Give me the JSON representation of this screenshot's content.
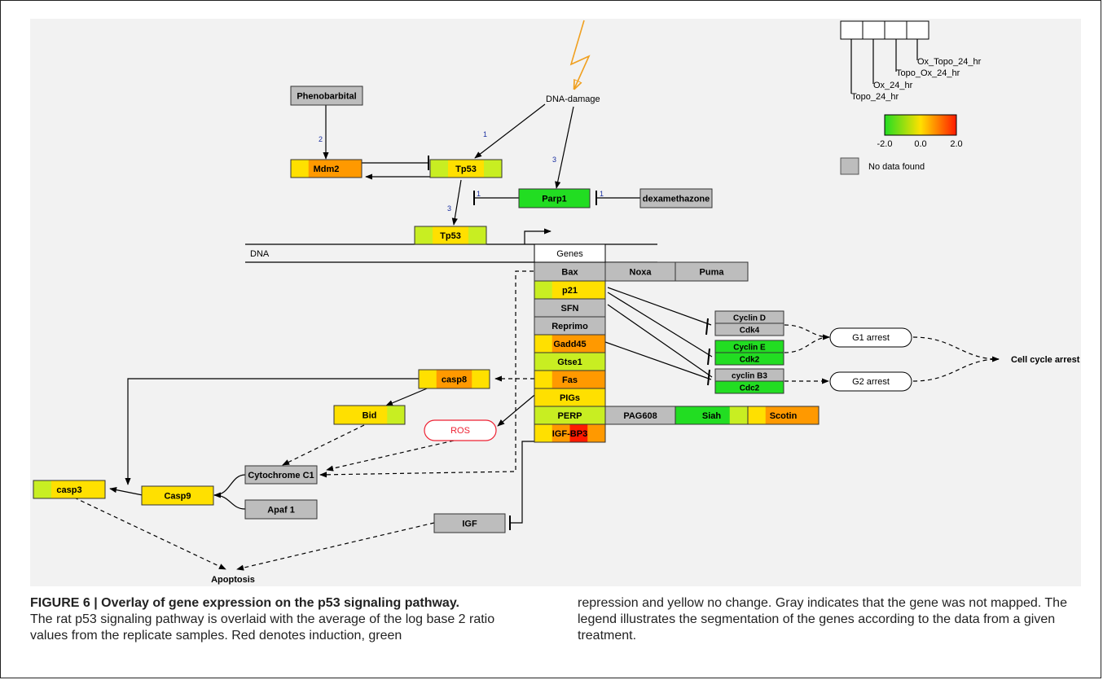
{
  "figure": {
    "caption_title": "FIGURE 6 | Overlay of gene expression on the p53 signaling pathway.",
    "caption_left": "The rat p53 signaling pathway is overlaid with the average of the log base 2 ratio values from the replicate samples. Red denotes induction, green",
    "caption_right": "repression and yellow no change. Gray indicates that the gene was not mapped. The legend illustrates the segmentation of the genes according to the data from a given treatment."
  },
  "colors": {
    "green": "#22dd22",
    "yellow_green": "#c8ee22",
    "yellow": "#ffe000",
    "orange": "#ff9900",
    "red": "#ff1a00",
    "gray": "#bdbdbd",
    "ros_border": "#ee2233"
  },
  "legend": {
    "samples": [
      "Topo_24_hr",
      "Ox_24_hr",
      "Topo_Ox_24_hr",
      "Ox_Topo_24_hr"
    ],
    "scale_ticks": [
      "-2.0",
      "0.0",
      "2.0"
    ],
    "no_data": "No data found"
  },
  "pathway": {
    "dna_damage": "DNA-damage",
    "dna": "DNA",
    "genes_header": "Genes",
    "edge_labels": [
      "1",
      "2",
      "3",
      "3",
      "1",
      "1"
    ],
    "nodes": [
      {
        "id": "phenobarbital",
        "label": "Phenobarbital",
        "colors": [
          "gray",
          "gray",
          "gray",
          "gray"
        ]
      },
      {
        "id": "mdm2",
        "label": "Mdm2",
        "colors": [
          "yellow",
          "orange",
          "orange",
          "orange"
        ]
      },
      {
        "id": "tp53-top",
        "label": "Tp53",
        "colors": [
          "yellow_green",
          "yellow",
          "yellow",
          "yellow_green"
        ]
      },
      {
        "id": "parp1",
        "label": "Parp1",
        "colors": [
          "green",
          "green",
          "green",
          "green"
        ]
      },
      {
        "id": "dexamethazone",
        "label": "dexamethazone",
        "colors": [
          "gray",
          "gray",
          "gray",
          "gray"
        ]
      },
      {
        "id": "tp53-bottom",
        "label": "Tp53",
        "colors": [
          "yellow_green",
          "yellow",
          "yellow",
          "yellow_green"
        ]
      },
      {
        "id": "bax",
        "label": "Bax",
        "colors": [
          "gray",
          "gray",
          "gray",
          "gray"
        ]
      },
      {
        "id": "noxa",
        "label": "Noxa",
        "colors": [
          "gray",
          "gray",
          "gray",
          "gray"
        ]
      },
      {
        "id": "puma",
        "label": "Puma",
        "colors": [
          "gray",
          "gray",
          "gray",
          "gray"
        ]
      },
      {
        "id": "p21",
        "label": "p21",
        "colors": [
          "yellow_green",
          "yellow",
          "yellow",
          "yellow"
        ]
      },
      {
        "id": "sfn",
        "label": "SFN",
        "colors": [
          "gray",
          "gray",
          "gray",
          "gray"
        ]
      },
      {
        "id": "reprimo",
        "label": "Reprimo",
        "colors": [
          "gray",
          "gray",
          "gray",
          "gray"
        ]
      },
      {
        "id": "gadd45",
        "label": "Gadd45",
        "colors": [
          "yellow",
          "orange",
          "orange",
          "orange"
        ]
      },
      {
        "id": "gtse1",
        "label": "Gtse1",
        "colors": [
          "yellow_green",
          "yellow_green",
          "yellow_green",
          "yellow_green"
        ]
      },
      {
        "id": "fas",
        "label": "Fas",
        "colors": [
          "yellow",
          "orange",
          "orange",
          "orange"
        ]
      },
      {
        "id": "pigs",
        "label": "PIGs",
        "colors": [
          "yellow",
          "yellow",
          "yellow",
          "yellow"
        ]
      },
      {
        "id": "perp",
        "label": "PERP",
        "colors": [
          "yellow_green",
          "yellow_green",
          "yellow_green",
          "yellow_green"
        ]
      },
      {
        "id": "igf-bp3",
        "label": "IGF-BP3",
        "colors": [
          "yellow",
          "orange",
          "red",
          "orange"
        ]
      },
      {
        "id": "pag608",
        "label": "PAG608",
        "colors": [
          "gray",
          "gray",
          "gray",
          "gray"
        ]
      },
      {
        "id": "siah",
        "label": "Siah",
        "colors": [
          "green",
          "green",
          "green",
          "yellow_green"
        ]
      },
      {
        "id": "scotin",
        "label": "Scotin",
        "colors": [
          "yellow",
          "orange",
          "orange",
          "orange"
        ]
      },
      {
        "id": "cyclin-d",
        "label": "Cyclin D",
        "colors": [
          "gray",
          "gray",
          "gray",
          "gray"
        ]
      },
      {
        "id": "cdk4",
        "label": "Cdk4",
        "colors": [
          "gray",
          "gray",
          "gray",
          "gray"
        ]
      },
      {
        "id": "cyclin-e",
        "label": "Cyclin E",
        "colors": [
          "green",
          "green",
          "green",
          "green"
        ]
      },
      {
        "id": "cdk2",
        "label": "Cdk2",
        "colors": [
          "green",
          "green",
          "green",
          "green"
        ]
      },
      {
        "id": "cyclin-b3",
        "label": "cyclin B3",
        "colors": [
          "gray",
          "gray",
          "gray",
          "gray"
        ]
      },
      {
        "id": "cdc2",
        "label": "Cdc2",
        "colors": [
          "green",
          "green",
          "green",
          "green"
        ]
      },
      {
        "id": "casp8",
        "label": "casp8",
        "colors": [
          "yellow",
          "orange",
          "orange",
          "yellow"
        ]
      },
      {
        "id": "bid",
        "label": "Bid",
        "colors": [
          "yellow",
          "yellow",
          "yellow",
          "yellow_green"
        ]
      },
      {
        "id": "cytochrome-c1",
        "label": "Cytochrome C1",
        "colors": [
          "gray",
          "gray",
          "gray",
          "gray"
        ]
      },
      {
        "id": "casp3",
        "label": "casp3",
        "colors": [
          "yellow_green",
          "yellow",
          "yellow",
          "yellow"
        ]
      },
      {
        "id": "casp9",
        "label": "Casp9",
        "colors": [
          "yellow",
          "yellow",
          "yellow",
          "yellow"
        ]
      },
      {
        "id": "apaf1",
        "label": "Apaf 1",
        "colors": [
          "gray",
          "gray",
          "gray",
          "gray"
        ]
      },
      {
        "id": "igf",
        "label": "IGF",
        "colors": [
          "gray",
          "gray",
          "gray",
          "gray"
        ]
      }
    ],
    "ros": "ROS",
    "g1_arrest": "G1 arrest",
    "g2_arrest": "G2 arrest",
    "cell_cycle_arrest": "Cell cycle arrest",
    "apoptosis": "Apoptosis"
  }
}
